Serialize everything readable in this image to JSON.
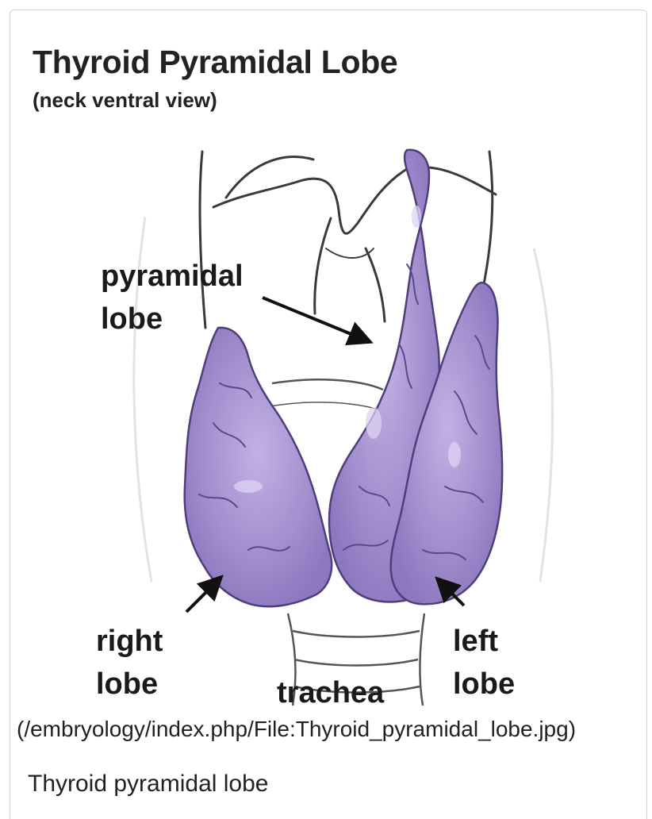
{
  "figure": {
    "title": "Thyroid Pyramidal Lobe",
    "subtitle": "(neck ventral view)",
    "labels": {
      "pyramidal_line1": "pyramidal",
      "pyramidal_line2": "lobe",
      "right_line1": "right",
      "right_line2": "lobe",
      "left_line1": "left",
      "left_line2": "lobe",
      "trachea": "trachea"
    },
    "colors": {
      "gland": "#a48fcf",
      "gland_shadow": "#6f5a9e",
      "gland_highlight": "#d9ccef",
      "outline": "#333333"
    }
  },
  "file_link": "(/embryology/index.php/File:Thyroid_pyramidal_lobe.jpg)",
  "caption": "Thyroid pyramidal lobe"
}
